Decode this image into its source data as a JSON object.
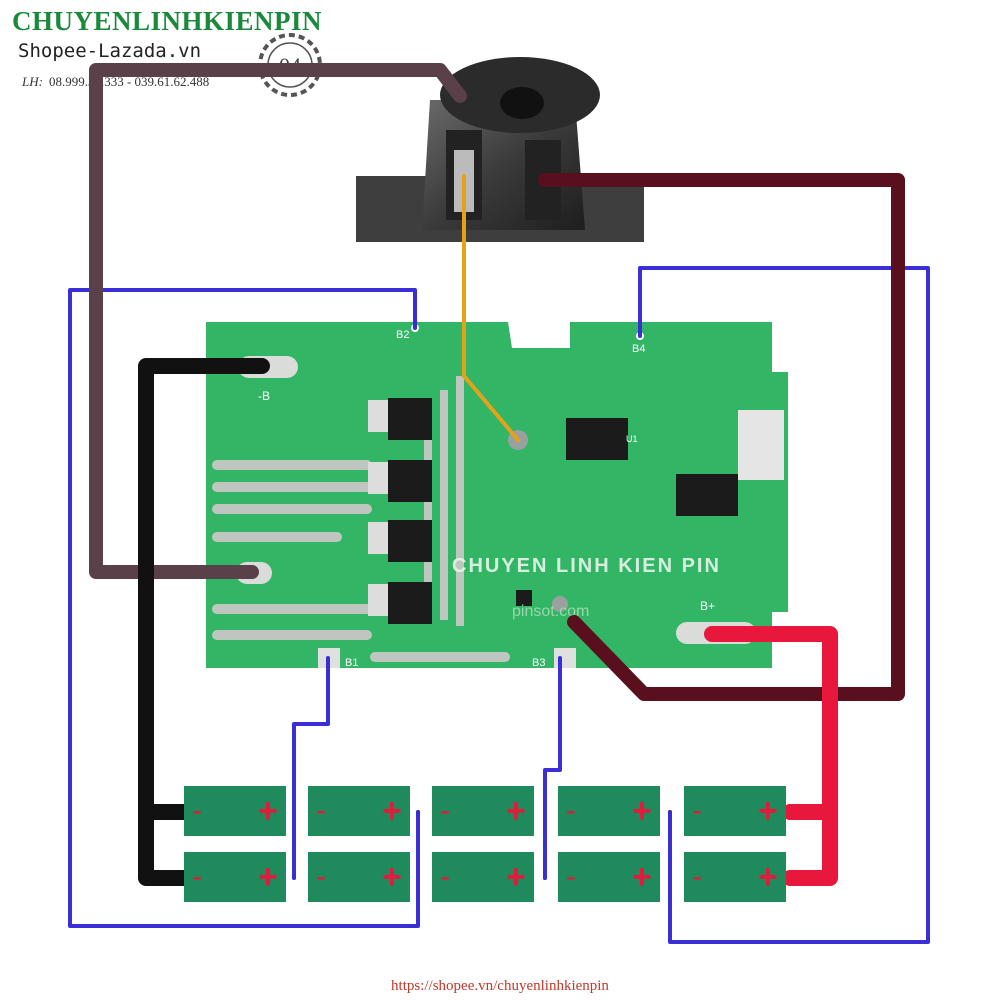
{
  "header": {
    "brand": "CHUYENLINHKIENPIN",
    "site": "Shopee-Lazada.vn",
    "phone_prefix": "LH:",
    "phone": "08.999.37.333 - 039.61.62.488",
    "logo_text": "04"
  },
  "board": {
    "watermark": "CHUYEN LINH KIEN PIN",
    "watermark2": "pinsot.com",
    "labels": {
      "b2": "B2",
      "b4": "B4",
      "b1": "B1",
      "b3": "B3",
      "b_minus": "-B",
      "b_plus": "B+",
      "u1": "U1"
    }
  },
  "cells": {
    "neg": "-",
    "pos": "+"
  },
  "footer": {
    "url": "https://shopee.vn/chuyenlinhkienpin"
  },
  "colors": {
    "pcb": "#33b566",
    "cell": "#1f8a5c",
    "wire_negative": "#111111",
    "wire_positive": "#e8173c",
    "wire_balance": "#3a2fd6",
    "wire_brown": "#5a4048",
    "wire_maroon": "#5a0f1e",
    "wire_signal": "#e3a21a"
  }
}
